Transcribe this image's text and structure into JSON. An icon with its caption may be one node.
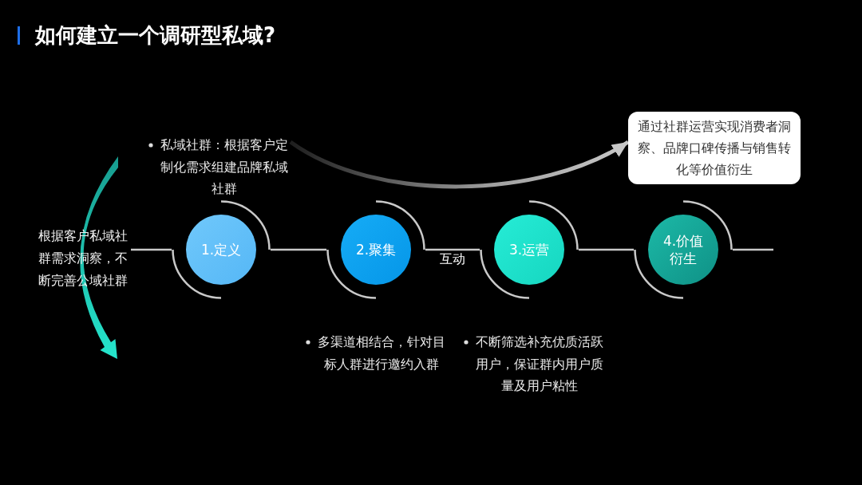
{
  "diagram": {
    "title": "如何建立一个调研型私域?",
    "nodes": [
      {
        "text": [
          "根据客户私域社群需求洞察，不断完善公域社群"
        ]
      },
      {
        "text": [
          "1.定义"
        ],
        "beside": [
          "私域社群：根据客户定制化需求组建品牌私域社群"
        ]
      },
      {
        "text": [
          "2.聚集"
        ],
        "beside": [
          "多渠道相结合，针对目标人群进行邀约入群"
        ]
      },
      {
        "text": [
          "3.运营"
        ],
        "beside": [
          "不断筛选补充优质活跃用户，保证群内用户质量及用户粘性"
        ]
      },
      {
        "text": [
          "4.价值衍生"
        ]
      },
      {
        "text": [
          "通过社群运营实现消费者洞察、品牌口碑传播与销售转化等价值衍生"
        ]
      }
    ],
    "edges": [
      {
        "from": 0,
        "to": 1,
        "arrow": "none"
      },
      {
        "from": 1,
        "to": 2,
        "arrow": "none"
      },
      {
        "from": 2,
        "to": 3,
        "arrow": "none",
        "label": "互动"
      },
      {
        "from": 3,
        "to": 4,
        "arrow": "none"
      },
      {
        "from": 4,
        "to": null,
        "arrow": "none"
      },
      {
        "from": 1,
        "to": 5,
        "arrow": "to",
        "style": "thick"
      }
    ]
  }
}
